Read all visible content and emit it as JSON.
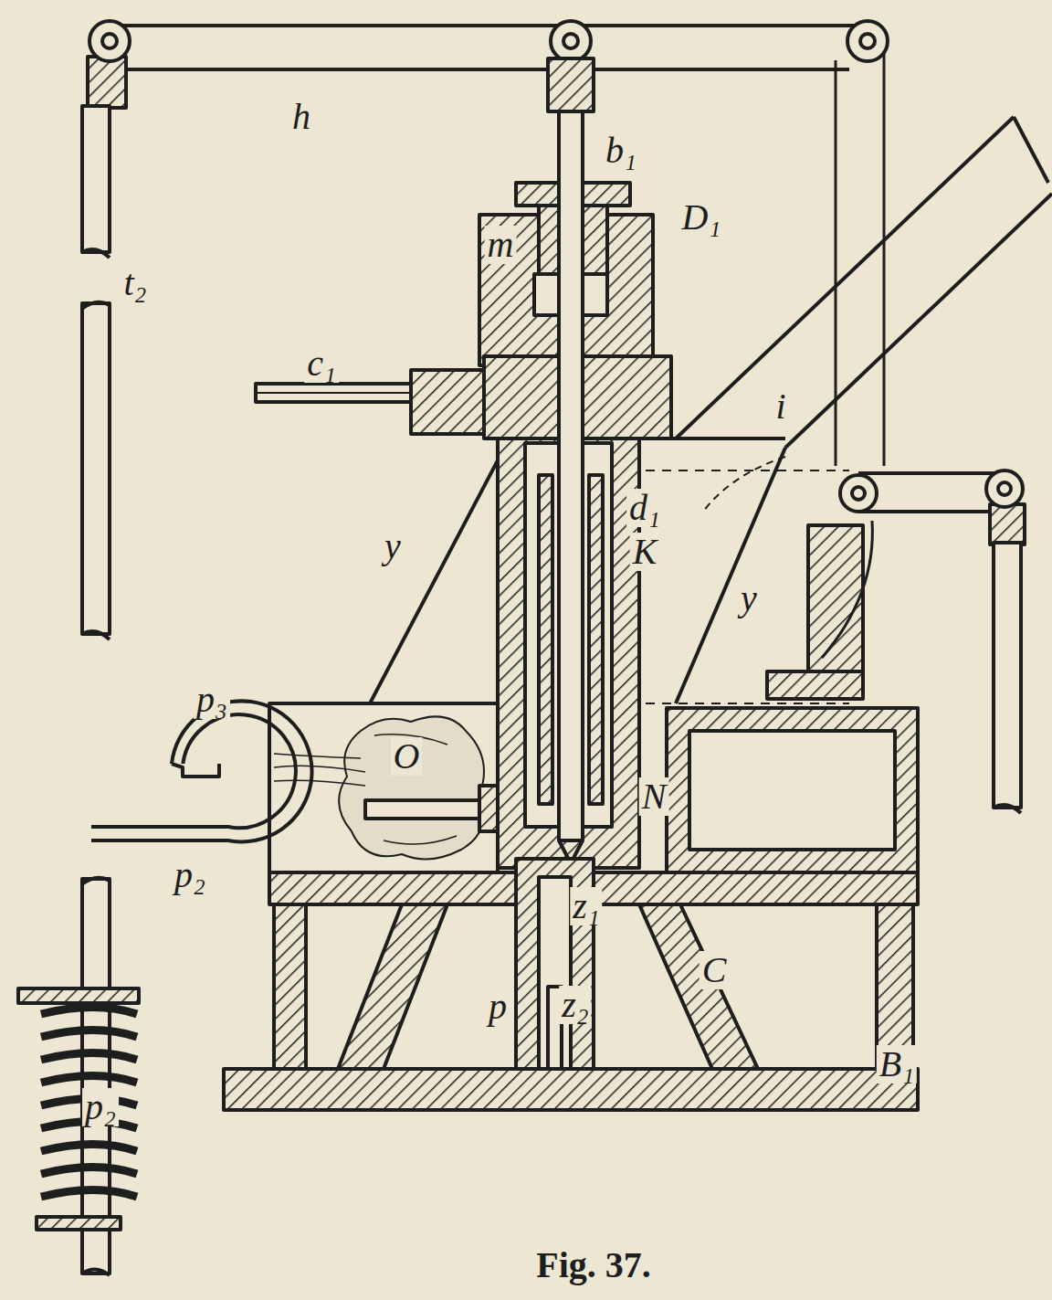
{
  "diagram": {
    "caption": "Fig. 37.",
    "labels": [
      "h",
      "b₁",
      "D₁",
      "m",
      "c₁",
      "i",
      "y",
      "d₁",
      "K",
      "y",
      "p₃",
      "O",
      "N",
      "p₂",
      "t₂",
      "z₁",
      "z₂",
      "p",
      "C",
      "B₁",
      "p₂"
    ]
  }
}
